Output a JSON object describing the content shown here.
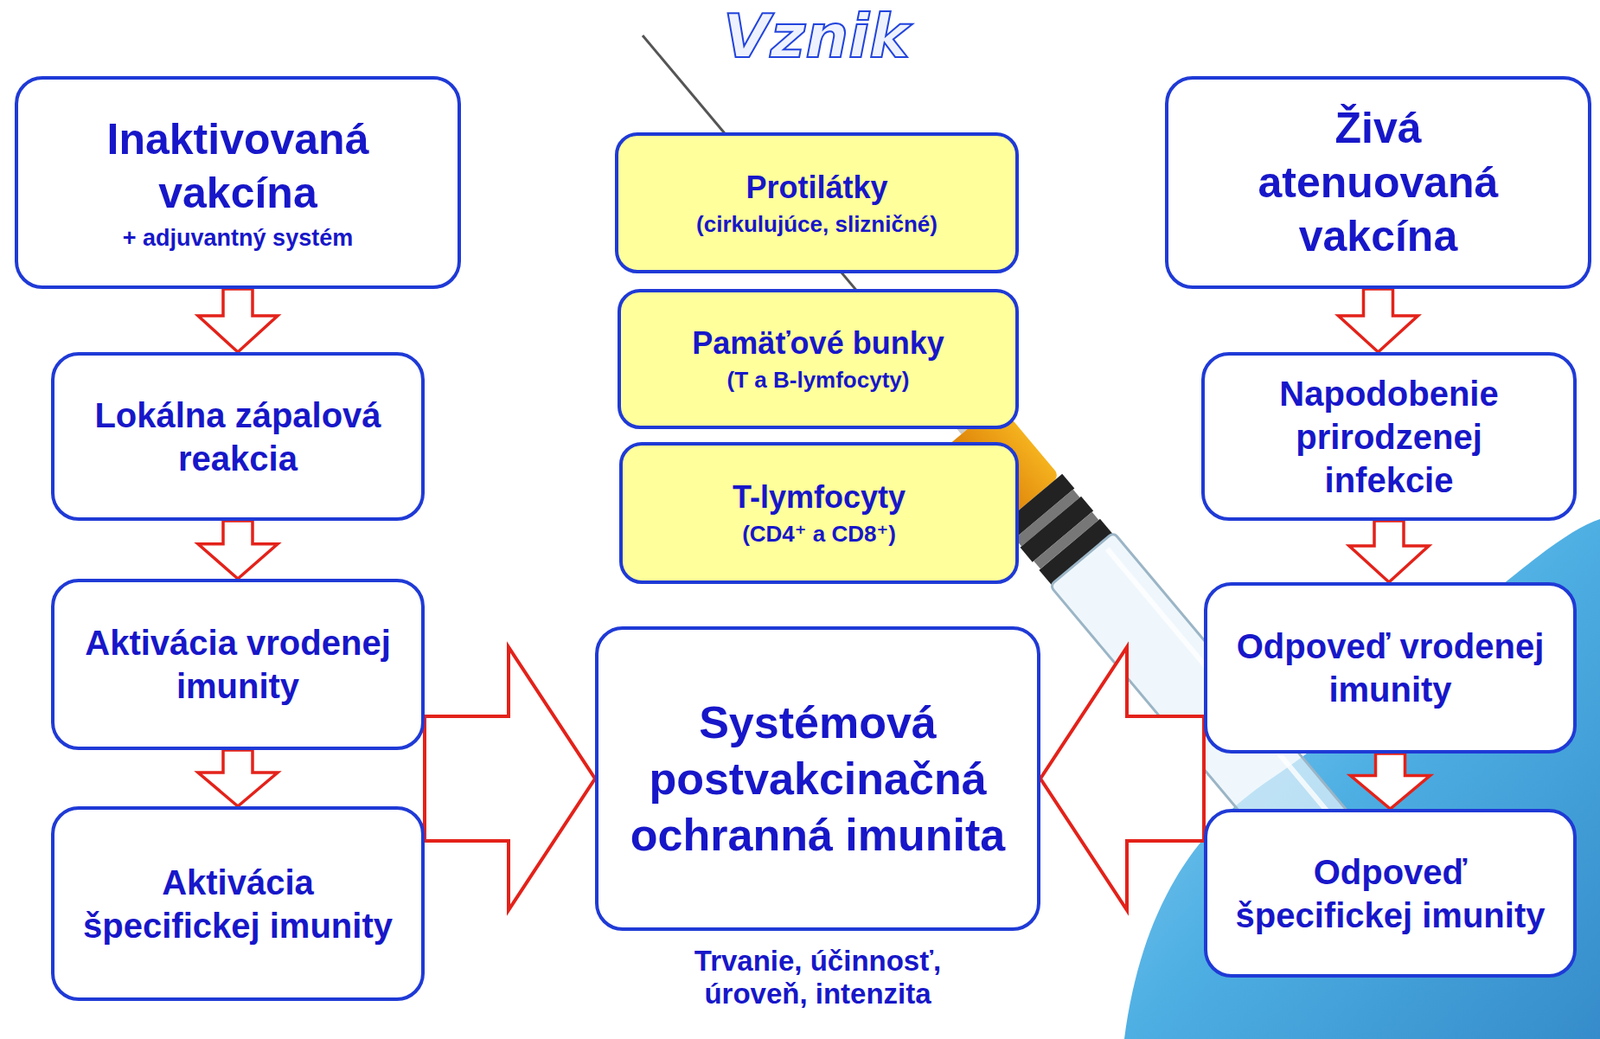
{
  "diagram": {
    "title": "Vznik",
    "nodes": [
      {
        "text": [
          "Inaktivovaná vakcína",
          "+ adjuvantný systém"
        ]
      },
      {
        "text": [
          "Lokálna zápalová reakcia"
        ]
      },
      {
        "text": [
          "Aktivácia vrodenej imunity"
        ]
      },
      {
        "text": [
          "Aktivácia špecifickej imunity"
        ]
      },
      {
        "text": [
          "Protilátky",
          "(cirkulujúce, slizničné)"
        ]
      },
      {
        "text": [
          "Pamäťové bunky",
          "(T a B-lymfocyty)"
        ]
      },
      {
        "text": [
          "T-lymfocyty",
          "(CD4⁺ a CD8⁺)"
        ]
      },
      {
        "text": [
          "Systémová postvakcinačná ochranná imunita",
          "Trvanie, účinnosť, úroveň, intenzita"
        ]
      },
      {
        "text": [
          "Živá atenuovaná vakcína"
        ]
      },
      {
        "text": [
          "Napodobenie prirodzenej infekcie"
        ]
      },
      {
        "text": [
          "Odpoveď vrodenej imunity"
        ]
      },
      {
        "text": [
          "Odpoveď špecifickej imunity"
        ]
      }
    ],
    "edges": [
      {
        "from": 0,
        "to": 1,
        "arrow": "to"
      },
      {
        "from": 1,
        "to": 2,
        "arrow": "to"
      },
      {
        "from": 2,
        "to": 3,
        "arrow": "to"
      },
      {
        "from": 3,
        "to": 7,
        "arrow": "to"
      },
      {
        "from": 8,
        "to": 9,
        "arrow": "to"
      },
      {
        "from": 9,
        "to": 10,
        "arrow": "to"
      },
      {
        "from": 10,
        "to": 11,
        "arrow": "to"
      },
      {
        "from": 11,
        "to": 7,
        "arrow": "to"
      }
    ]
  }
}
